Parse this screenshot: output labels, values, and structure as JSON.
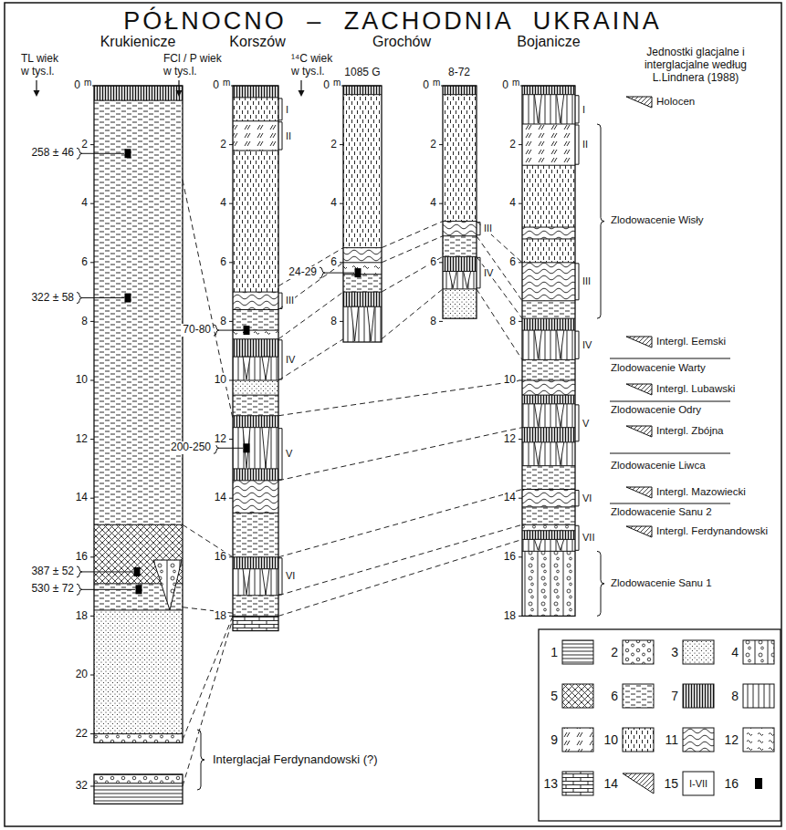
{
  "diagram": {
    "title": "PÓŁNOCNO – ZACHODNIA UKRAINA",
    "nodes": [
      {
        "text": [
          "Krukienicze"
        ]
      },
      {
        "text": [
          "Korszów"
        ]
      },
      {
        "text": [
          "Grochów",
          "1085 G"
        ]
      },
      {
        "text": [
          "8-72"
        ]
      },
      {
        "text": [
          "Bojanicze"
        ]
      }
    ],
    "edges": [
      {
        "from": 0,
        "to": 1,
        "arrow": "none"
      },
      {
        "from": 0,
        "to": 1,
        "arrow": "none"
      },
      {
        "from": 0,
        "to": 1,
        "arrow": "none"
      },
      {
        "from": 0,
        "to": 1,
        "arrow": "none"
      },
      {
        "from": 0,
        "to": 1,
        "arrow": "none"
      },
      {
        "from": 1,
        "to": 2,
        "arrow": "none"
      },
      {
        "from": 1,
        "to": 2,
        "arrow": "none"
      },
      {
        "from": 1,
        "to": 2,
        "arrow": "none"
      },
      {
        "from": 1,
        "to": 2,
        "arrow": "none"
      },
      {
        "from": 2,
        "to": 3,
        "arrow": "none"
      },
      {
        "from": 2,
        "to": 3,
        "arrow": "none"
      },
      {
        "from": 2,
        "to": 3,
        "arrow": "none"
      },
      {
        "from": 2,
        "to": 3,
        "arrow": "none"
      },
      {
        "from": 3,
        "to": 4,
        "arrow": "none"
      },
      {
        "from": 3,
        "to": 4,
        "arrow": "none"
      },
      {
        "from": 3,
        "to": 4,
        "arrow": "none"
      },
      {
        "from": 3,
        "to": 4,
        "arrow": "none"
      },
      {
        "from": 1,
        "to": 4,
        "arrow": "none"
      },
      {
        "from": 1,
        "to": 4,
        "arrow": "none"
      },
      {
        "from": 1,
        "to": 4,
        "arrow": "none"
      },
      {
        "from": 1,
        "to": 4,
        "arrow": "none"
      },
      {
        "from": 1,
        "to": 4,
        "arrow": "none"
      }
    ],
    "labels": [
      "TL wiek w tys.l.",
      "FCl / P wiek w tys.l.",
      "¹⁴C wiek w tys.l.",
      "Jednostki glacjalne i interglacjalne według L.Lindnera (1988)",
      "0",
      "m",
      "2",
      "4",
      "6",
      "8",
      "10",
      "12",
      "14",
      "16",
      "18",
      "20",
      "22",
      "32",
      "0",
      "m",
      "2",
      "4",
      "6",
      "8",
      "10",
      "12",
      "14",
      "16",
      "18",
      "0",
      "m",
      "2",
      "4",
      "6",
      "8",
      "0",
      "m",
      "2",
      "4",
      "6",
      "8",
      "0",
      "m",
      "2",
      "4",
      "6",
      "8",
      "10",
      "12",
      "14",
      "16",
      "18",
      "258 ± 46",
      "322 ± 58",
      "387 ± 52",
      "530 ± 72",
      "70-80",
      "200-250",
      "24-29",
      "I",
      "II",
      "III",
      "IV",
      "V",
      "VI",
      "III",
      "IV",
      "I",
      "II",
      "III",
      "IV",
      "V",
      "VI",
      "VII",
      "Holocen",
      "Zlodowacenie Wisły",
      "Intergl. Eemski",
      "Zlodowacenie Warty",
      "Intergl. Lubawski",
      "Zlodowacenie Odry",
      "Intergl. Zbójna",
      "Zlodowacenie Liwca",
      "Intergl. Mazowiecki",
      "Zlodowacenie Sanu 2",
      "Intergl. Ferdynandowski",
      "Zlodowacenie Sanu 1",
      "Interglacjał Ferdynandowski (?)",
      "I-VII"
    ],
    "legend": [
      {
        "text": "1"
      },
      {
        "text": "2"
      },
      {
        "text": "3"
      },
      {
        "text": "4"
      },
      {
        "text": "5"
      },
      {
        "text": "6"
      },
      {
        "text": "7"
      },
      {
        "text": "8"
      },
      {
        "text": "9"
      },
      {
        "text": "10"
      },
      {
        "text": "11"
      },
      {
        "text": "12"
      },
      {
        "text": "13"
      },
      {
        "text": "14"
      },
      {
        "text": "15"
      },
      {
        "text": "16",
        "color": "#000000"
      }
    ]
  }
}
